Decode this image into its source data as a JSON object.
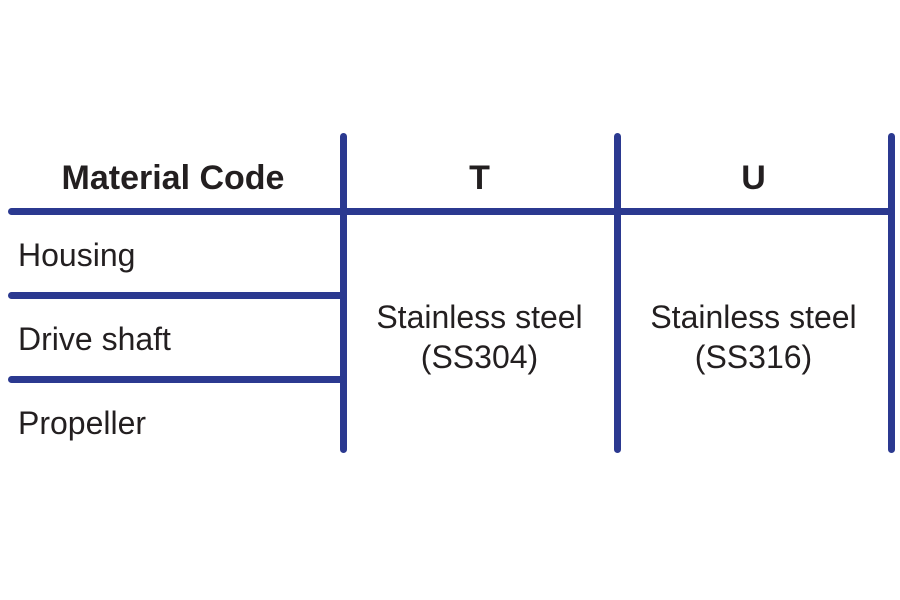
{
  "table": {
    "title_cell": "Material Code",
    "column_headers": [
      {
        "label": "T"
      },
      {
        "label": "U"
      }
    ],
    "row_labels": [
      {
        "label": "Housing"
      },
      {
        "label": "Drive shaft"
      },
      {
        "label": "Propeller"
      }
    ],
    "merged_values": [
      {
        "line1": "Stainless steel",
        "line2": "(SS304)"
      },
      {
        "line1": "Stainless steel",
        "line2": "(SS316)"
      }
    ],
    "colors": {
      "rule": "#2B3990",
      "text": "#231F20",
      "background": "#FFFFFF"
    }
  }
}
